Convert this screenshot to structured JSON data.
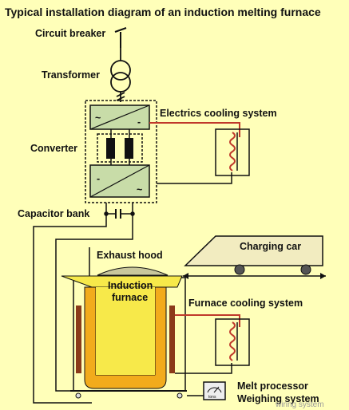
{
  "title": "Typical installation diagram of an induction melting furnace",
  "labels": {
    "circuit_breaker": "Circuit breaker",
    "transformer": "Transformer",
    "converter": "Converter",
    "electrics_cooling": "Electrics cooling system",
    "capacitor_bank": "Capacitor bank",
    "exhaust_hood": "Exhaust hood",
    "charging_car": "Charging car",
    "induction_furnace_1": "Induction",
    "induction_furnace_2": "furnace",
    "furnace_cooling": "Furnace cooling system",
    "melt_processor": "Melt processor",
    "weighing_system": "Weighing system",
    "scale_text": "tons",
    "watermark": "wiring system"
  },
  "symbols": {
    "ac": "~",
    "dc": "-"
  },
  "colors": {
    "background": "#ffffb9",
    "converter_fill": "#c8dca8",
    "furnace_orange": "#f2ab1c",
    "furnace_yellow": "#f7e94a",
    "car_fill": "#f2ecc0",
    "cooling_red": "#c0392b",
    "coil_brown": "#8b3a1a"
  }
}
